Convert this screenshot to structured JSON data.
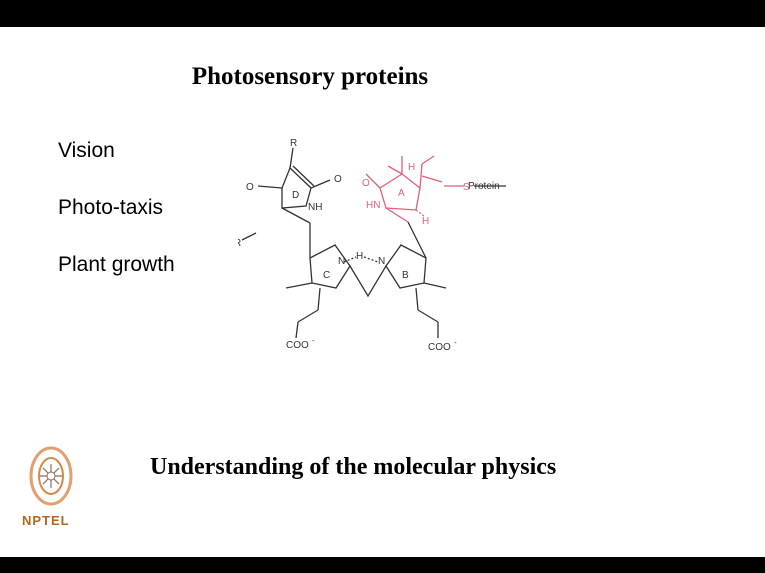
{
  "slide": {
    "title": "Photosensory proteins",
    "bullets": [
      "Vision",
      "Photo-taxis",
      "Plant growth"
    ],
    "footer": "Understanding of the molecular physics"
  },
  "molecule": {
    "labels": {
      "R_top": "R",
      "O_top": "O",
      "O_left": "O",
      "R_left": "R",
      "ring_D": "D",
      "NH_D": "NH",
      "ring_C": "C",
      "N_C": "N",
      "H_center": "H",
      "N_B": "N",
      "ring_B": "B",
      "ring_A": "A",
      "O_A": "O",
      "HN_A": "HN",
      "H_A_top": "H",
      "H_A_bottom": "H",
      "S": "S",
      "protein": "Protein",
      "coo_left": "COO",
      "coo_right": "COO",
      "minus_left": "-",
      "minus_right": "-"
    },
    "colors": {
      "black": "#333333",
      "highlight": "#e0607a"
    }
  },
  "logo": {
    "text": "NPTEL",
    "color": "#b5651d"
  }
}
